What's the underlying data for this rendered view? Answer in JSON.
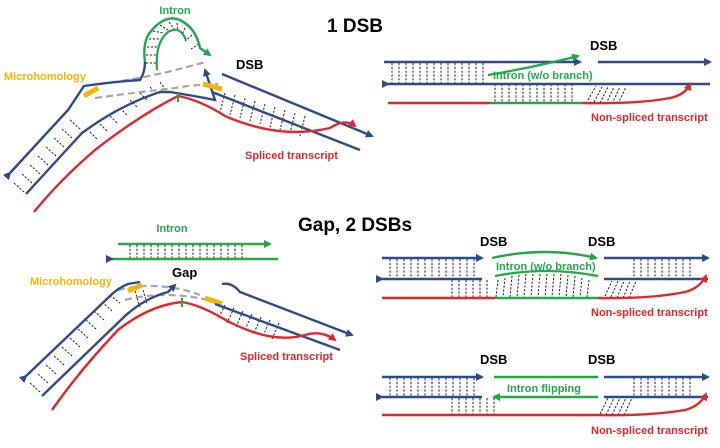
{
  "colors": {
    "dna": "#2f4a8a",
    "rna": "#e2262b",
    "intron": "#22a84a",
    "microhomology": "#f6b400",
    "dashed_gray": "#a6a6a6",
    "text": "#000000"
  },
  "top": {
    "title": "1 DSB",
    "left": {
      "intron": "Intron",
      "microhomology": "Microhomology",
      "dsb": "DSB",
      "spliced": "Spliced transcript"
    },
    "right": {
      "dsb": "DSB",
      "intron": "Intron (w/o branch)",
      "nonspliced": "Non-spliced transcript"
    }
  },
  "bottom": {
    "title": "Gap, 2 DSBs",
    "left": {
      "intron": "Intron",
      "microhomology": "Microhomology",
      "gap": "Gap",
      "spliced": "Spliced transcript"
    },
    "right_upper": {
      "dsb_left": "DSB",
      "dsb_right": "DSB",
      "intron": "Intron (w/o branch)",
      "nonspliced": "Non-spliced transcript"
    },
    "right_lower": {
      "dsb_left": "DSB",
      "dsb_right": "DSB",
      "intron": "Intron flipping",
      "nonspliced": "Non-spliced transcript"
    }
  }
}
